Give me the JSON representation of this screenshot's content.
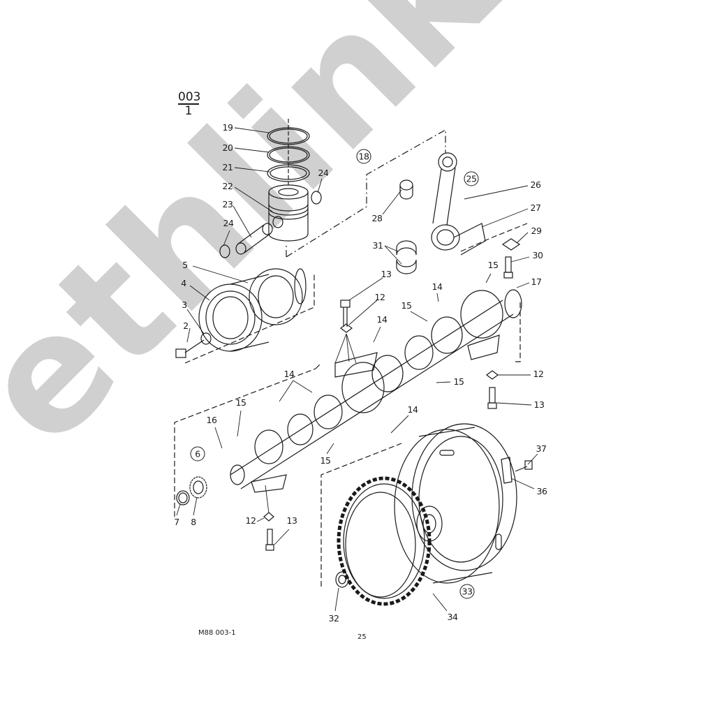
{
  "sheet": {
    "number": "003",
    "sub": "1"
  },
  "footer": {
    "code": "M88 003-1",
    "page": "25"
  },
  "watermark": "ethlink.de",
  "callouts": [
    "19",
    "20",
    "21",
    "22",
    "23",
    "24",
    "24",
    "18",
    "25",
    "26",
    "27",
    "28",
    "31",
    "29",
    "30",
    "5",
    "4",
    "3",
    "2",
    "13",
    "12",
    "14",
    "15",
    "17",
    "15",
    "14",
    "15",
    "12",
    "13",
    "14",
    "15",
    "16",
    "6",
    "14",
    "15",
    "7",
    "8",
    "12",
    "13",
    "37",
    "36",
    "33",
    "32",
    "34"
  ]
}
